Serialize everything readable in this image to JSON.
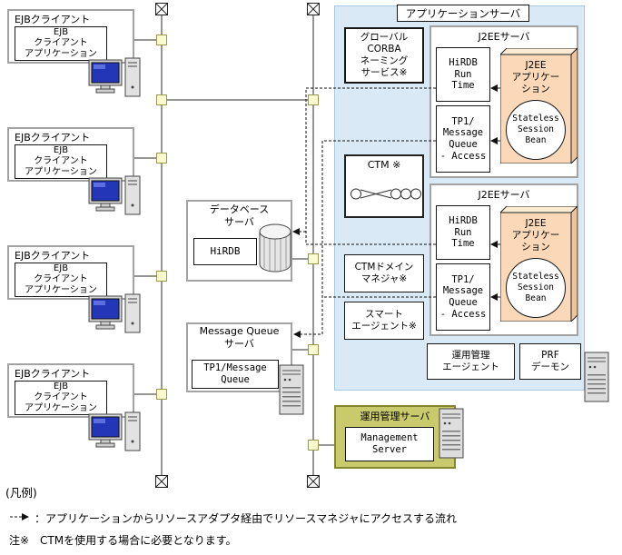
{
  "ejb_clients": [
    {
      "title": "EJBクライアント",
      "lines": [
        "EJB",
        "クライアント",
        "アプリケーション"
      ]
    },
    {
      "title": "EJBクライアント",
      "lines": [
        "EJB",
        "クライアント",
        "アプリケーション"
      ]
    },
    {
      "title": "EJBクライアント",
      "lines": [
        "EJB",
        "クライアント",
        "アプリケーション"
      ]
    },
    {
      "title": "EJBクライアント",
      "lines": [
        "EJB",
        "クライアント",
        "アプリケーション"
      ]
    }
  ],
  "database_server": {
    "title_lines": [
      "データベース",
      "サーバ"
    ],
    "product": "HiRDB"
  },
  "mq_server": {
    "title_lines": [
      "Message Queue",
      "サーバ"
    ],
    "product_lines": [
      "TP1/Message",
      "Queue"
    ]
  },
  "application_server": {
    "title": "アプリケーションサーバ",
    "corba_naming_lines": [
      "グローバル",
      "CORBA",
      "ネーミング",
      "サービス※"
    ],
    "ctm_title": "CTM ※",
    "ctm_domain_manager_lines": [
      "CTMドメイン",
      "マネジャ※"
    ],
    "smart_agent_lines": [
      "スマート",
      "エージェント※"
    ],
    "management_agent_lines": [
      "運用管理",
      "エージェント"
    ],
    "prf_daemon_lines": [
      "PRF",
      "デーモン"
    ],
    "j2ee_servers": [
      {
        "title": "J2EEサーバ",
        "hirdb_runtime_lines": [
          "HiRDB",
          "Run",
          "Time"
        ],
        "tp1_mq_access_lines": [
          "TP1/",
          "Message",
          "Queue",
          "- Access"
        ],
        "app_lines": [
          "J2EE",
          "アプリケー",
          "ション"
        ],
        "bean_lines": [
          "Stateless",
          "Session",
          "Bean"
        ]
      },
      {
        "title": "J2EEサーバ",
        "hirdb_runtime_lines": [
          "HiRDB",
          "Run",
          "Time"
        ],
        "tp1_mq_access_lines": [
          "TP1/",
          "Message",
          "Queue",
          "- Access"
        ],
        "app_lines": [
          "J2EE",
          "アプリケー",
          "ション"
        ],
        "bean_lines": [
          "Stateless",
          "Session",
          "Bean"
        ]
      }
    ]
  },
  "management_server": {
    "title": "運用管理サーバ",
    "product_lines": [
      "Management",
      "Server"
    ]
  },
  "legend": {
    "heading": "(凡例)",
    "dashed_arrow_text": "：アプリケーションからリソースアダプタ経由でリソースマネジャにアクセスする流れ",
    "note": "注※　CTMを使用する場合に必要となります。"
  },
  "colors": {
    "app_server_bg": "#d9eaf6",
    "management_server_bg": "#c9ca6b",
    "connector_square": "#fbfbd0",
    "j2ee_app_box": "#fbd9b8",
    "pc_screen": "#2436b8"
  }
}
